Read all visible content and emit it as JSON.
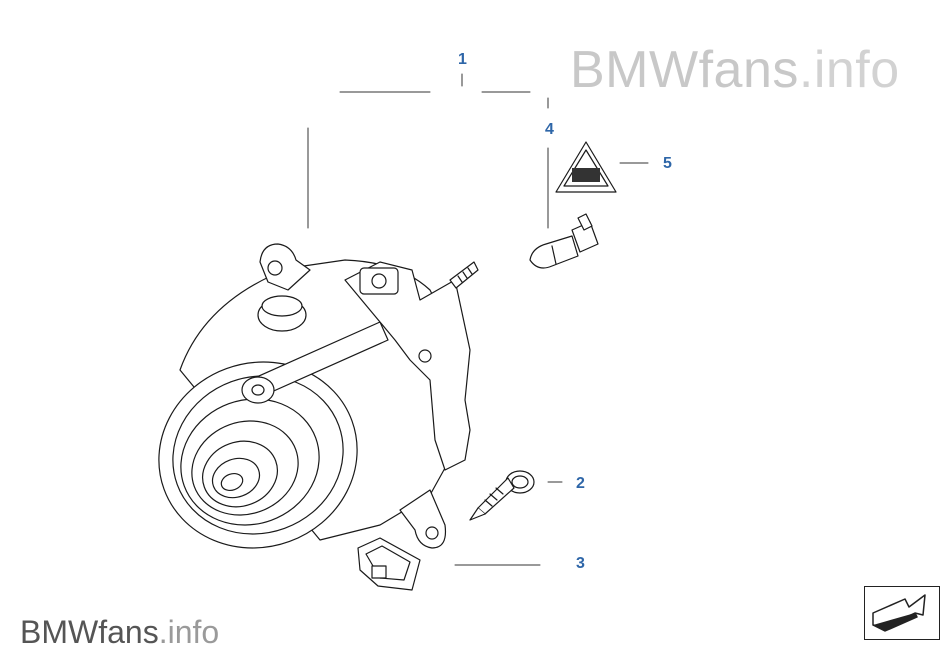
{
  "watermark": {
    "brand": "BMWfans",
    "suffix": ".info"
  },
  "callouts": [
    {
      "id": "1",
      "label": "1"
    },
    {
      "id": "2",
      "label": "2"
    },
    {
      "id": "3",
      "label": "3"
    },
    {
      "id": "4",
      "label": "4"
    },
    {
      "id": "5",
      "label": "5"
    }
  ],
  "nav": {
    "icon": "arrow-return-icon"
  },
  "colors": {
    "callout": "#2e66a8",
    "line": "#1a1a1a",
    "watermark_light": "#c8c8c8",
    "watermark_dark": "#555555"
  }
}
